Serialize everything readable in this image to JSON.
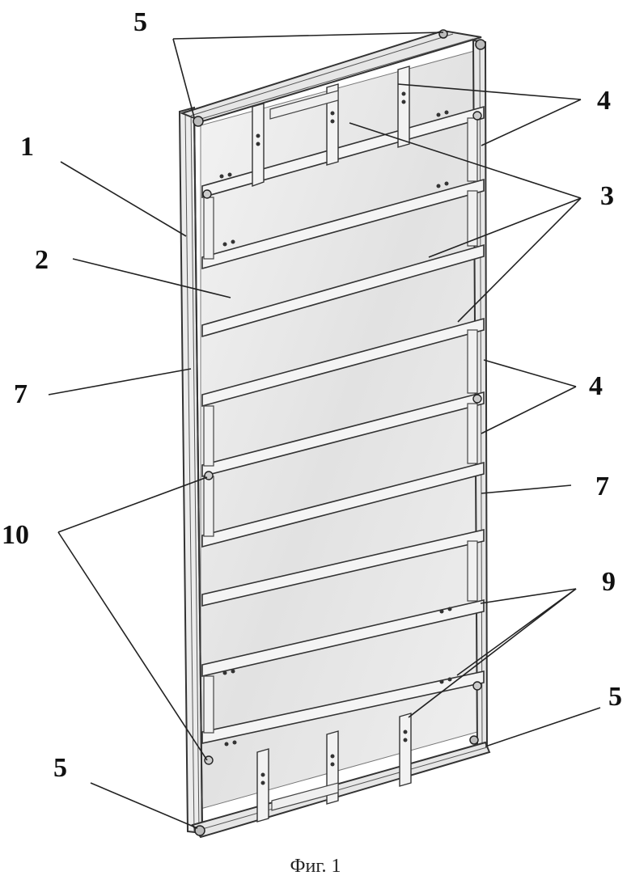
{
  "figure": {
    "caption": "Фиг. 1",
    "callouts": {
      "c1": "1",
      "c2": "2",
      "c3": "3",
      "c4a": "4",
      "c4b": "4",
      "c5a": "5",
      "c5b": "5",
      "c5c": "5",
      "c7a": "7",
      "c7b": "7",
      "c9": "9",
      "c10": "10"
    }
  }
}
